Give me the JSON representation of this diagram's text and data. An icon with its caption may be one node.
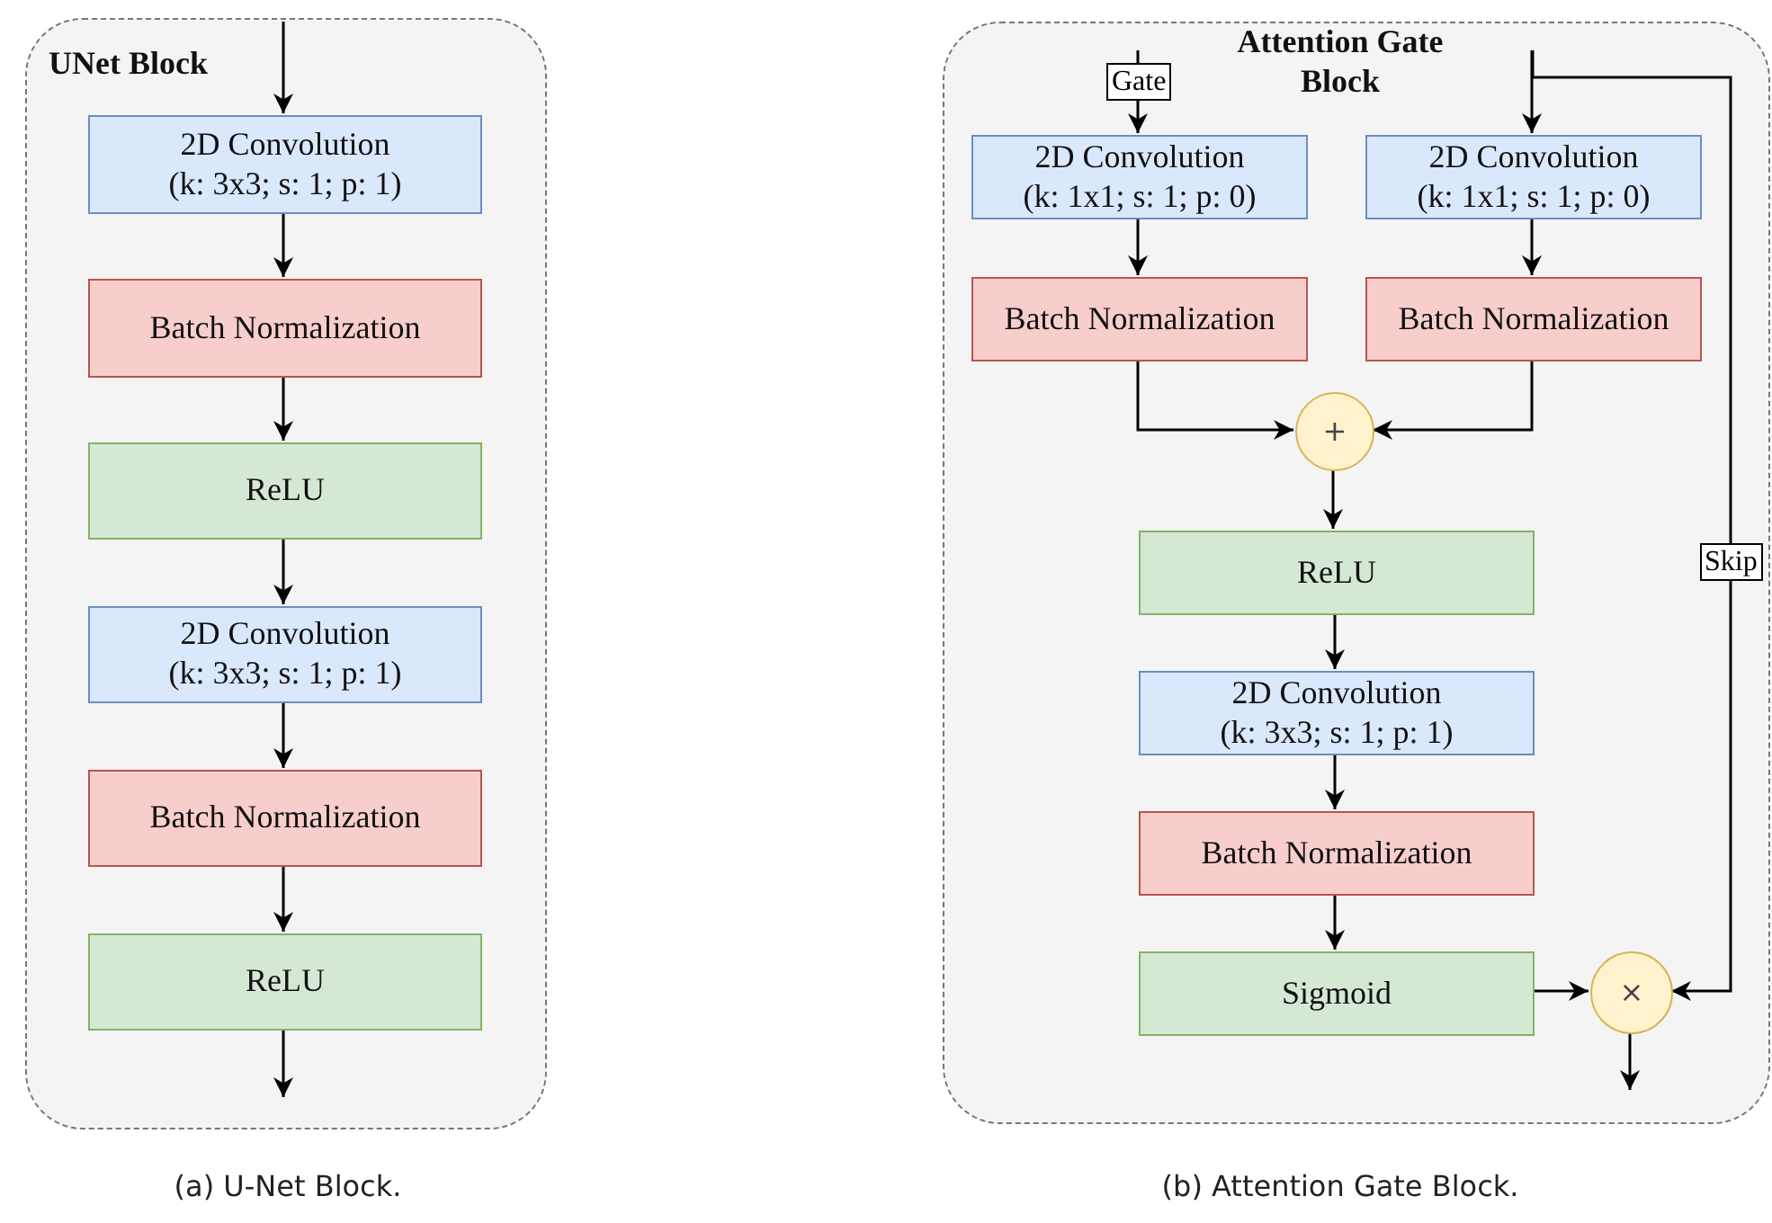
{
  "diagram": {
    "nodes": [
      {
        "text": [
          "UNet Block"
        ]
      },
      {
        "text": [
          "2D Convolution",
          "(k: 3x3; s: 1; p: 1)"
        ],
        "in": 0
      },
      {
        "text": [
          "Batch Normalization"
        ],
        "in": 0
      },
      {
        "text": [
          "ReLU"
        ],
        "in": 0
      },
      {
        "text": [
          "2D Convolution",
          "(k: 3x3; s: 1; p: 1)"
        ],
        "in": 0
      },
      {
        "text": [
          "Batch Normalization"
        ],
        "in": 0
      },
      {
        "text": [
          "ReLU"
        ],
        "in": 0
      },
      {
        "text": [
          "Attention Gate Block"
        ]
      },
      {
        "text": [
          "2D Convolution",
          "(k: 1x1; s: 1; p: 0)"
        ],
        "in": 7
      },
      {
        "text": [
          "2D Convolution",
          "(k: 1x1; s: 1; p: 0)"
        ],
        "in": 7
      },
      {
        "text": [
          "Batch Normalization"
        ],
        "in": 7
      },
      {
        "text": [
          "Batch Normalization"
        ],
        "in": 7
      },
      {
        "text": [
          "+"
        ],
        "in": 7
      },
      {
        "text": [
          "ReLU"
        ],
        "in": 7
      },
      {
        "text": [
          "2D Convolution",
          "(k: 3x3; s: 1; p: 1)"
        ],
        "in": 7
      },
      {
        "text": [
          "Batch Normalization"
        ],
        "in": 7
      },
      {
        "text": [
          "Sigmoid"
        ],
        "in": 7
      },
      {
        "text": [
          "×"
        ],
        "in": 7
      }
    ],
    "edges": [
      {
        "from": null,
        "to": 1,
        "arrow": "to"
      },
      {
        "from": 1,
        "to": 2,
        "arrow": "to"
      },
      {
        "from": 2,
        "to": 3,
        "arrow": "to"
      },
      {
        "from": 3,
        "to": 4,
        "arrow": "to"
      },
      {
        "from": 4,
        "to": 5,
        "arrow": "to"
      },
      {
        "from": 5,
        "to": 6,
        "arrow": "to"
      },
      {
        "from": 6,
        "to": null,
        "arrow": "to"
      },
      {
        "from": null,
        "to": 8,
        "arrow": "to",
        "label": "Gate"
      },
      {
        "from": null,
        "to": 9,
        "arrow": "to"
      },
      {
        "from": null,
        "to": 17,
        "arrow": "to",
        "label": "Skip"
      },
      {
        "from": 8,
        "to": 10,
        "arrow": "to"
      },
      {
        "from": 9,
        "to": 11,
        "arrow": "to"
      },
      {
        "from": 10,
        "to": 12,
        "arrow": "to"
      },
      {
        "from": 11,
        "to": 12,
        "arrow": "to"
      },
      {
        "from": 12,
        "to": 13,
        "arrow": "to"
      },
      {
        "from": 13,
        "to": 14,
        "arrow": "to"
      },
      {
        "from": 14,
        "to": 15,
        "arrow": "to"
      },
      {
        "from": 15,
        "to": 16,
        "arrow": "to"
      },
      {
        "from": 16,
        "to": 17,
        "arrow": "to"
      },
      {
        "from": 17,
        "to": null,
        "arrow": "to"
      }
    ],
    "labels": [
      "(a) U-Net Block.",
      "(b) Attention Gate Block."
    ]
  }
}
